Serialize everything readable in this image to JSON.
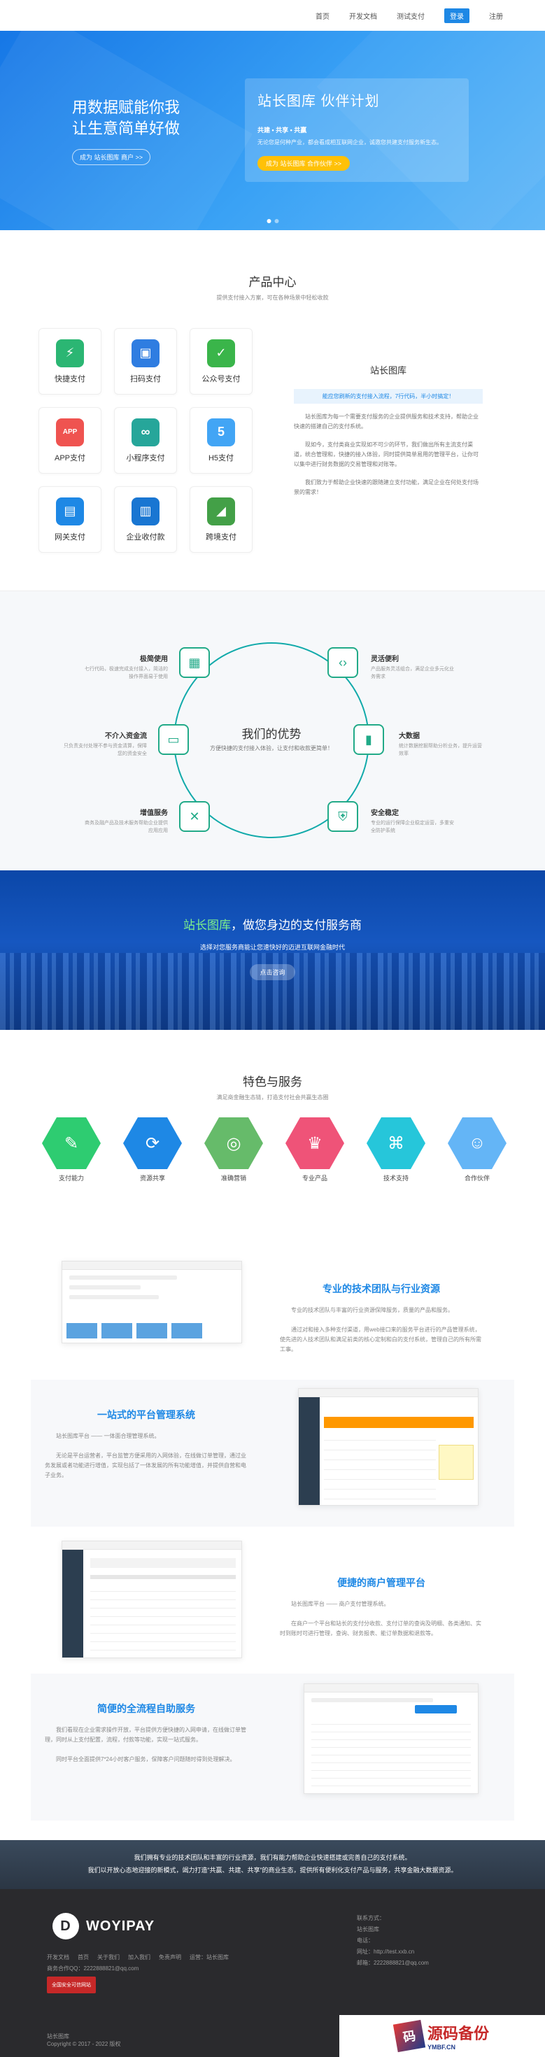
{
  "nav": {
    "items": [
      "首页",
      "开发文档",
      "测试支付"
    ],
    "login": "登录",
    "register": "注册"
  },
  "hero": {
    "headline1": "用数据赋能你我",
    "headline2": "让生意简单好做",
    "left_btn": "成为 站长图库 商户 >>",
    "card_title": "站长图库 伙伴计划",
    "card_sub": "共建 • 共享 • 共赢",
    "card_desc": "无论您是何种产业，都会看成相互联网企业，诚邀您共建支付服务新生态。",
    "card_btn": "成为 站长图库 合作伙伴 >>"
  },
  "products": {
    "title": "产品中心",
    "subtitle": "提供支付接入方案，可在各种场景中轻松收款",
    "items": [
      {
        "label": "快捷支付",
        "icon": "⚡",
        "color": "#2bb673"
      },
      {
        "label": "扫码支付",
        "icon": "▣",
        "color": "#2f7de1"
      },
      {
        "label": "公众号支付",
        "icon": "✓",
        "color": "#3ab54a"
      },
      {
        "label": "APP支付",
        "icon": "APP",
        "color": "#ef5350"
      },
      {
        "label": "小程序支付",
        "icon": "∞",
        "color": "#26a69a"
      },
      {
        "label": "H5支付",
        "icon": "5",
        "color": "#42a5f5"
      },
      {
        "label": "网关支付",
        "icon": "▤",
        "color": "#1e88e5"
      },
      {
        "label": "企业收付款",
        "icon": "▥",
        "color": "#1976d2"
      },
      {
        "label": "跨境支付",
        "icon": "◢",
        "color": "#43a047"
      }
    ],
    "right_title": "站长图库",
    "right_tag": "能应您刷新的支付接入流程，7行代码，半小时搞定！",
    "right_p1": "站长图库为每一个需要支付服务的企业提供服务和技术支持，帮助企业快速的搭建自己的支付系统。",
    "right_p2": "现如今，支付类商业实现如不可少的环节，我们做出所有主流支付渠道，统合管理和，快捷的接入体验，同时提供简单易用的管理平台，让你可以集中进行财务数据的交易管理和对账等。",
    "right_p3": "我们致力于帮助企业快速的跟随建立支付功能，满足企业在何处支付场景的需求！"
  },
  "advantage": {
    "title": "我们的优势",
    "subtitle": "方便快捷的支付接入体验，让支付和收款更简单！",
    "points": [
      {
        "title": "极简使用",
        "desc": "七行代码，极速完成支付接入，简洁的操作界面易于使用"
      },
      {
        "title": "灵活便利",
        "desc": "产品服务灵活组合，满足企业多元化业务需求"
      },
      {
        "title": "不介入资金流",
        "desc": "只负责支付处理不参与资金清算，保障您的资金安全"
      },
      {
        "title": "大数据",
        "desc": "统计数据挖掘帮助分析业务，提升运营效率"
      },
      {
        "title": "增值服务",
        "desc": "商务及融产品及技术服务帮助企业提供应用应用"
      },
      {
        "title": "安全稳定",
        "desc": "专业的运行保障企业稳定运营，多重安全防护系统"
      }
    ]
  },
  "city": {
    "title_hl": "站长图库",
    "title_rest": "，做您身边的支付服务商",
    "desc": "选择对您服务商能让您速快好的迈进互联网金融时代",
    "btn": "点击咨询"
  },
  "features": {
    "title": "特色与服务",
    "subtitle": "满足商金融生态链，打造支付社会共赢生态圈",
    "items": [
      {
        "label": "支付能力",
        "icon": "✎",
        "color": "#2ecc71"
      },
      {
        "label": "资源共享",
        "icon": "⟳",
        "color": "#1e88e5"
      },
      {
        "label": "准确营销",
        "icon": "◎",
        "color": "#66bb6a"
      },
      {
        "label": "专业产品",
        "icon": "♛",
        "color": "#ef5378"
      },
      {
        "label": "技术支持",
        "icon": "⌘",
        "color": "#26c6da"
      },
      {
        "label": "合作伙伴",
        "icon": "☺",
        "color": "#64b5f6"
      }
    ]
  },
  "blocks": [
    {
      "title": "专业的技术团队与行业资源",
      "p1": "专业的技术团队与丰富的行业资源保障服务，质量的产品和服务。",
      "p2": "通过对和接入多种支付渠道，用web接口来的服务平台进行的产品管理系统，使先进的人技术团队和满足前类的核心定制和白的支付系统，管理自己的所有所需工事。"
    },
    {
      "title": "一站式的平台管理系统",
      "p1": "站长图库平台 —— 一体面合理管理系统。",
      "p2": "无论是平台运营者，平台监管方便采用的入网体验，在线做订单管理，通过业务发展或者功能进行增值，实现包括了一体发展的所有功能增值，并提供自营和电子业务。"
    },
    {
      "title": "便捷的商户管理平台",
      "p1": "站长图库平台 —— 商户支付管理系统。",
      "p2": "在商户一个平台和站长的支付分收款、支付订单的查询及明细、各类通知、实时到账时可进行管理，查询、财务报表、能订单数据和退款等。"
    },
    {
      "title": "简便的全流程自助服务",
      "p1": "我们看现在企业需求操作开放，平台提供方便快捷的入网申请，在线做订单管理，同时从上支付配置，流程，付款等功能，实现一站式服务。",
      "p2": "同时平台全面提供7*24小时客户服务，保障客户问题随时得到处理解决。"
    }
  ],
  "foot_band": {
    "line1": "我们拥有专业的技术团队和丰富的行业资源，我们有能力帮助企业快速搭建或完善自己的支付系统。",
    "line2": "我们以开放心态地迎接的新模式，竭力打造“共赢、共建、共享”的商业生态，提供所有便利化支付产品与服务，共享金融大数据资源。"
  },
  "footer": {
    "brand": "WOYIPAY",
    "links": [
      "开发文档",
      "首页",
      "关于我们",
      "加入我们",
      "免责声明",
      "运营：站长图库"
    ],
    "mail": "商务合作QQ：2222888821@qq.com",
    "badge": "全国安全可信网站",
    "copy1": "站长图库",
    "copy2": "Copyright © 2017 - 2022 版权",
    "contact": [
      "联系方式：",
      "站长图库",
      "电话：",
      "网址：http://test.xxb.cn",
      "邮箱：2222888821@qq.com"
    ],
    "stamp_big": "源码备份",
    "stamp_small": "YMBF.CN"
  }
}
